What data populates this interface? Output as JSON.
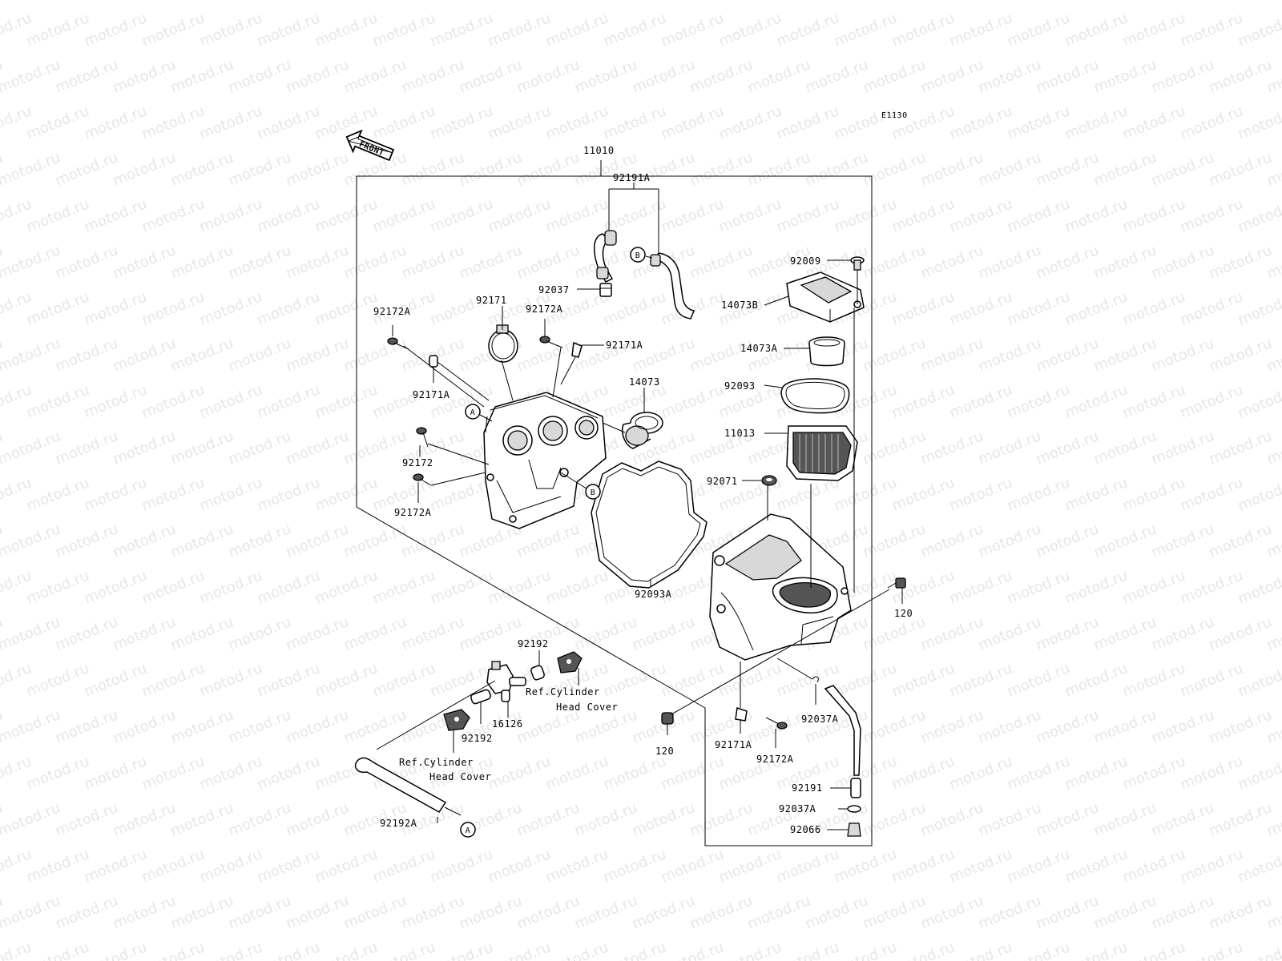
{
  "diagram": {
    "code": "E1130",
    "front_label": "FRONT",
    "watermark": "motod.ru",
    "callout_letters": {
      "a": "A",
      "b": "B"
    },
    "labels": {
      "p11010": "11010",
      "p92191A": "92191A",
      "p92009": "92009",
      "p14073B": "14073B",
      "p92037": "92037",
      "p92172A_1": "92172A",
      "p92171": "92171",
      "p92172A_2": "92172A",
      "p92171A_1": "92171A",
      "p14073A": "14073A",
      "p92093": "92093",
      "p92171A_2": "92171A",
      "p14073": "14073",
      "p11013": "11013",
      "p92172": "92172",
      "p92071": "92071",
      "p92172A_3": "92172A",
      "p92093A": "92093A",
      "p120_1": "120",
      "p92192_1": "92192",
      "ref1_line1": "Ref.Cylinder",
      "ref1_line2": "Head Cover",
      "p16126": "16126",
      "p92037A_1": "92037A",
      "p92192_2": "92192",
      "p120_2": "120",
      "p92171A_3": "92171A",
      "p92172A_4": "92172A",
      "ref2_line1": "Ref.Cylinder",
      "ref2_line2": "Head Cover",
      "p92191": "92191",
      "p92037A_2": "92037A",
      "p92066": "92066",
      "p92192A": "92192A"
    }
  }
}
